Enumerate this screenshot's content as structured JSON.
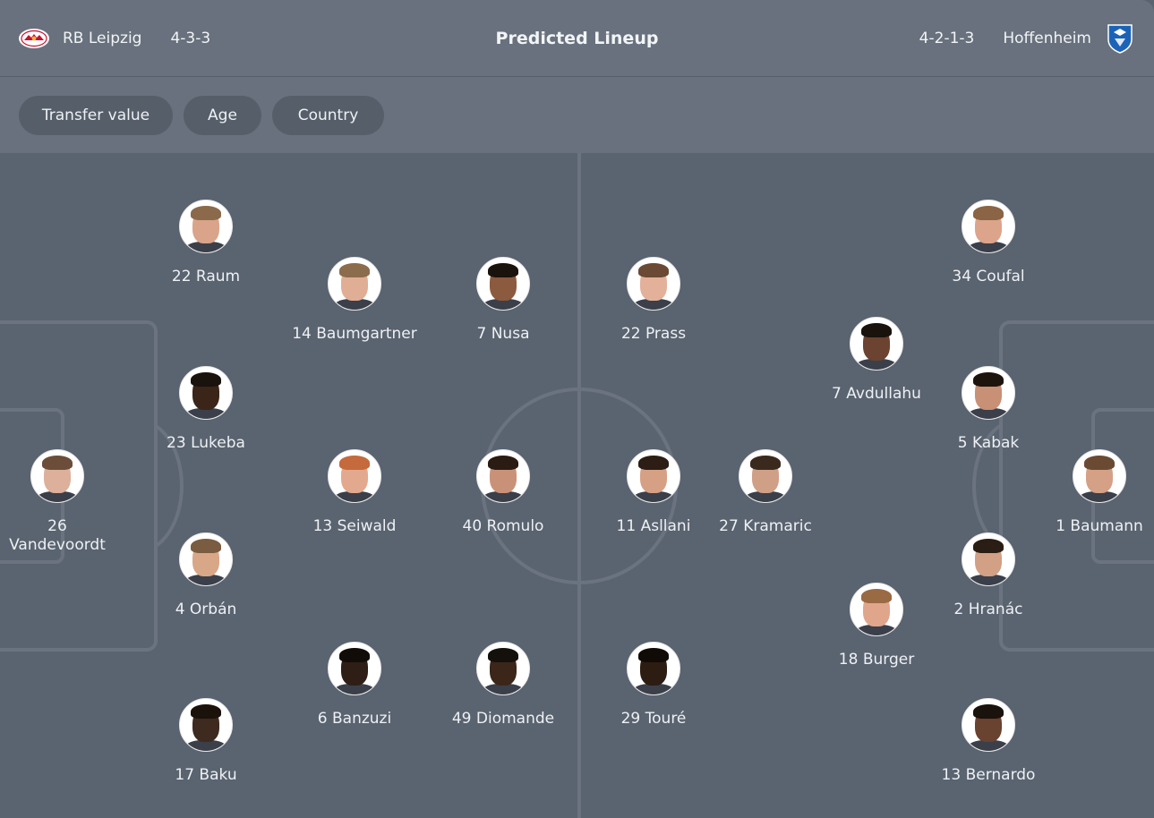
{
  "header": {
    "title": "Predicted Lineup",
    "home": {
      "name": "RB Leipzig",
      "formation": "4-3-3",
      "crest_icon": "rb-leipzig-crest-icon"
    },
    "away": {
      "name": "Hoffenheim",
      "formation": "4-2-1-3",
      "crest_icon": "hoffenheim-crest-icon"
    }
  },
  "filters": [
    "Transfer value",
    "Age",
    "Country"
  ],
  "players": {
    "home": {
      "raum": {
        "label": "22 Raum",
        "skin": "#d9a48a",
        "hair": "#8a6a4a"
      },
      "lukeba": {
        "label": "23 Lukeba",
        "skin": "#3b2418",
        "hair": "#1a120c"
      },
      "vandevoordt": {
        "label": "26 Vandevoordt",
        "skin": "#dcb09a",
        "hair": "#6b4d3a"
      },
      "orban": {
        "label": "4 Orbán",
        "skin": "#d8a788",
        "hair": "#7a5c40"
      },
      "baku": {
        "label": "17 Baku",
        "skin": "#3e2a1e",
        "hair": "#1b120c"
      },
      "baumgartner": {
        "label": "14 Baumgartner",
        "skin": "#e0ad95",
        "hair": "#8b6c4c"
      },
      "seiwald": {
        "label": "13 Seiwald",
        "skin": "#e3a98e",
        "hair": "#c46a3c"
      },
      "banzuzi": {
        "label": "6 Banzuzi",
        "skin": "#2e1e15",
        "hair": "#120c08"
      },
      "nusa": {
        "label": "7 Nusa",
        "skin": "#8c5a3e",
        "hair": "#1a120c"
      },
      "romulo": {
        "label": "40 Romulo",
        "skin": "#c99278",
        "hair": "#2a1c12"
      },
      "diomande": {
        "label": "49 Diomande",
        "skin": "#3b2619",
        "hair": "#14100c"
      }
    },
    "away": {
      "prass": {
        "label": "22 Prass",
        "skin": "#e3b09a",
        "hair": "#6a4a34"
      },
      "asllani": {
        "label": "11 Asllani",
        "skin": "#d6a084",
        "hair": "#2c1e14"
      },
      "toure": {
        "label": "29 Touré",
        "skin": "#2d1c12",
        "hair": "#110b07"
      },
      "kramaric": {
        "label": "27 Kramaric",
        "skin": "#cf9f86",
        "hair": "#3a2a1e"
      },
      "avdullahu": {
        "label": "7 Avdullahu",
        "skin": "#6b4330",
        "hair": "#1a120c"
      },
      "burger": {
        "label": "18 Burger",
        "skin": "#e0a68c",
        "hair": "#9a6a44"
      },
      "coufal": {
        "label": "34 Coufal",
        "skin": "#dca48a",
        "hair": "#8a6444"
      },
      "kabak": {
        "label": "5 Kabak",
        "skin": "#c89074",
        "hair": "#1d140e"
      },
      "hranac": {
        "label": "2 Hranác",
        "skin": "#d2a085",
        "hair": "#2a1d14"
      },
      "bernardo": {
        "label": "13 Bernardo",
        "skin": "#6a4230",
        "hair": "#1a120c"
      },
      "baumann": {
        "label": "1 Baumann",
        "skin": "#d4a086",
        "hair": "#6a4a32"
      }
    }
  }
}
